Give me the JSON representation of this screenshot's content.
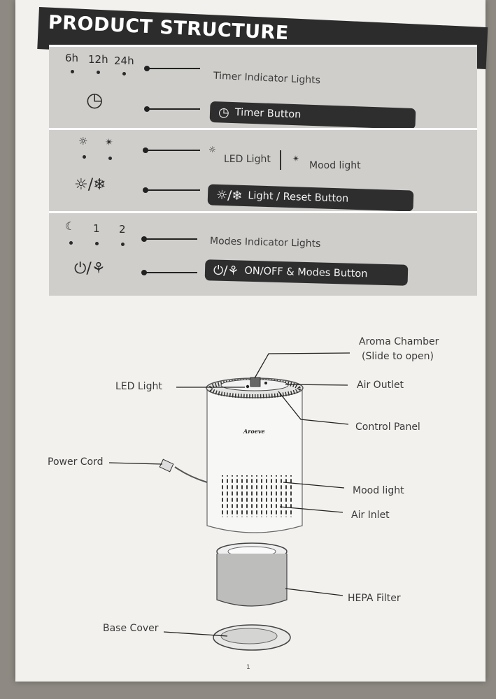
{
  "header": {
    "title": "PRODUCT STRUCTURE"
  },
  "timer": {
    "indicators": [
      "6h",
      "12h",
      "24h"
    ],
    "indicator_label": "Timer Indicator Lights",
    "button_label": "Timer Button",
    "icon": "clock-icon"
  },
  "light": {
    "led_label": "LED Light",
    "mood_label": "Mood light",
    "button_label": "Light / Reset Button",
    "icons": [
      "sun-icon",
      "sun-dim-icon",
      "snowflake-reset-icon"
    ]
  },
  "modes": {
    "indicators": [
      "",
      "1",
      "2"
    ],
    "indicator_label": "Modes Indicator Lights",
    "button_label": "ON/OFF & Modes Button",
    "icons": [
      "sleep-icon",
      "power-icon",
      "fan-icon"
    ]
  },
  "diagram": {
    "brand": "Aroeve",
    "labels": {
      "aroma_chamber": "Aroma Chamber",
      "aroma_chamber_note": "(Slide to open)",
      "led_light": "LED Light",
      "air_outlet": "Air Outlet",
      "control_panel": "Control Panel",
      "power_cord": "Power Cord",
      "mood_light": "Mood light",
      "air_inlet": "Air Inlet",
      "hepa_filter": "HEPA Filter",
      "base_cover": "Base Cover"
    }
  },
  "page_number": "1",
  "colors": {
    "header_bg": "#2c2c2c",
    "band_bg": "#cfcecb",
    "pill_bg": "#2e2e2e",
    "paper": "#f2f1ee"
  }
}
